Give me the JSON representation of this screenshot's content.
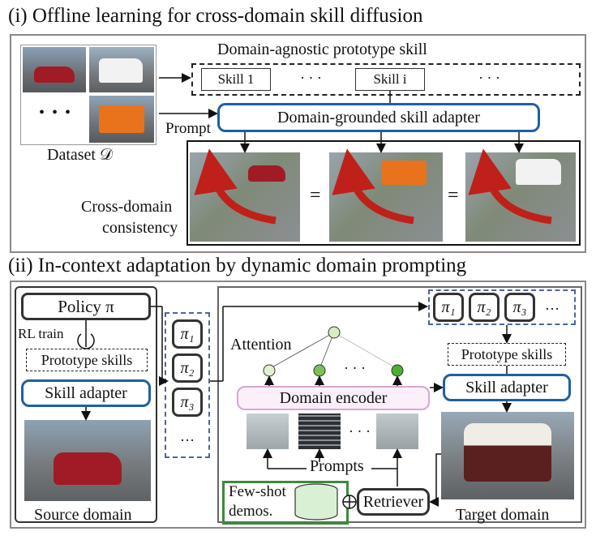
{
  "section1": {
    "title": "(i) Offline learning for cross-domain skill diffusion",
    "dataset_label": "Dataset 𝒟",
    "dataset_ellipsis": "• • •",
    "prototype_title": "Domain-agnostic prototype skill",
    "skill1": "Skill 1",
    "skill_i": "Skill i",
    "ellipsis": "· · ·",
    "adapter": "Domain-grounded skill adapter",
    "prompt": "Prompt",
    "consistency_line1": "Cross-domain",
    "consistency_line2": "consistency",
    "equals": "="
  },
  "section2": {
    "title": "(ii) In-context adaptation by dynamic domain prompting",
    "policy": "Policy π",
    "rl_train": "RL train",
    "prototype_skills": "Prototype skills",
    "skill_adapter": "Skill adapter",
    "source_domain": "Source domain",
    "pi_items": [
      "π₁",
      "π₂",
      "π₃",
      "…"
    ],
    "pi_top": [
      "π₁",
      "π₂",
      "π₃",
      "…"
    ],
    "attention": "Attention",
    "domain_encoder": "Domain encoder",
    "prompts": "Prompts",
    "few_shot_line1": "Few-shot",
    "few_shot_line2": "demos.",
    "retriever": "Retriever",
    "target_domain": "Target domain",
    "prototype_skills_right": "Prototype skills",
    "skill_adapter_right": "Skill adapter",
    "mid_ellipsis": "· · ·"
  },
  "colors": {
    "blue_border": "#1f5fa5",
    "green_border": "#3d8a3d",
    "pink_fill": "#fbeffa",
    "node_light": "#d9ecc2",
    "node_dark": "#4caf2f",
    "arrow_red": "#c0201a"
  }
}
